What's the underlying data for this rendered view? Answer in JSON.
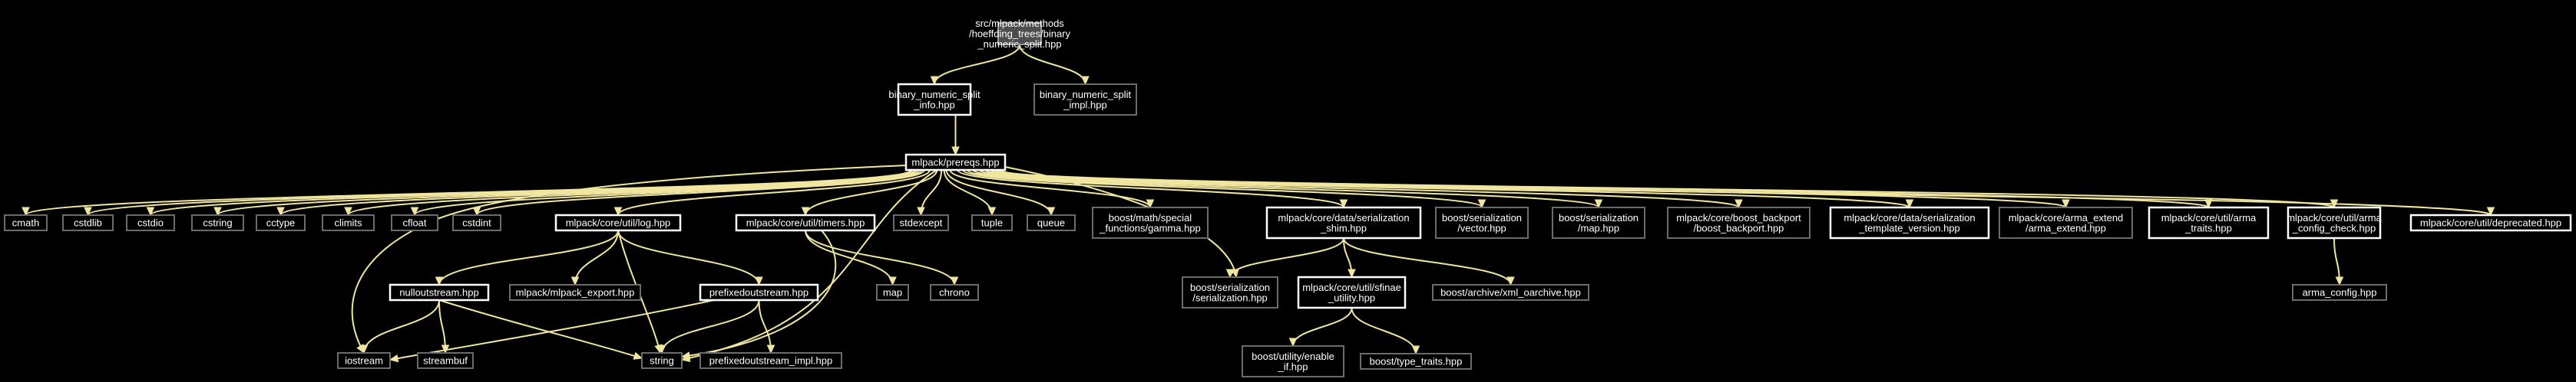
{
  "graph": {
    "nodes": [
      {
        "id": "root",
        "lines": [
          "src/mlpack/methods",
          "/hoeffding_trees/binary",
          "_numeric_split.hpp"
        ],
        "style": "root"
      },
      {
        "id": "info",
        "lines": [
          "binary_numeric_split",
          "_info.hpp"
        ],
        "style": "linked"
      },
      {
        "id": "impl",
        "lines": [
          "binary_numeric_split",
          "_impl.hpp"
        ],
        "style": "plain"
      },
      {
        "id": "prereqs",
        "lines": [
          "mlpack/prereqs.hpp"
        ],
        "style": "linked"
      },
      {
        "id": "cmath",
        "lines": [
          "cmath"
        ],
        "style": "plain"
      },
      {
        "id": "cstdlib",
        "lines": [
          "cstdlib"
        ],
        "style": "plain"
      },
      {
        "id": "cstdio",
        "lines": [
          "cstdio"
        ],
        "style": "plain"
      },
      {
        "id": "cstring",
        "lines": [
          "cstring"
        ],
        "style": "plain"
      },
      {
        "id": "cctype",
        "lines": [
          "cctype"
        ],
        "style": "plain"
      },
      {
        "id": "climits",
        "lines": [
          "climits"
        ],
        "style": "plain"
      },
      {
        "id": "cfloat",
        "lines": [
          "cfloat"
        ],
        "style": "plain"
      },
      {
        "id": "cstdint",
        "lines": [
          "cstdint"
        ],
        "style": "plain"
      },
      {
        "id": "log",
        "lines": [
          "mlpack/core/util/log.hpp"
        ],
        "style": "linked"
      },
      {
        "id": "timers",
        "lines": [
          "mlpack/core/util/timers.hpp"
        ],
        "style": "linked"
      },
      {
        "id": "stdexcept",
        "lines": [
          "stdexcept"
        ],
        "style": "plain"
      },
      {
        "id": "tuple",
        "lines": [
          "tuple"
        ],
        "style": "plain"
      },
      {
        "id": "queue",
        "lines": [
          "queue"
        ],
        "style": "plain"
      },
      {
        "id": "gamma",
        "lines": [
          "boost/math/special",
          "_functions/gamma.hpp"
        ],
        "style": "plain"
      },
      {
        "id": "shim",
        "lines": [
          "mlpack/core/data/serialization",
          "_shim.hpp"
        ],
        "style": "linked"
      },
      {
        "id": "bvector",
        "lines": [
          "boost/serialization",
          "/vector.hpp"
        ],
        "style": "plain"
      },
      {
        "id": "bmap",
        "lines": [
          "boost/serialization",
          "/map.hpp"
        ],
        "style": "plain"
      },
      {
        "id": "backport",
        "lines": [
          "mlpack/core/boost_backport",
          "/boost_backport.hpp"
        ],
        "style": "plain"
      },
      {
        "id": "stv",
        "lines": [
          "mlpack/core/data/serialization",
          "_template_version.hpp"
        ],
        "style": "linked"
      },
      {
        "id": "armaext",
        "lines": [
          "mlpack/core/arma_extend",
          "/arma_extend.hpp"
        ],
        "style": "plain"
      },
      {
        "id": "armatraits",
        "lines": [
          "mlpack/core/util/arma",
          "_traits.hpp"
        ],
        "style": "linked"
      },
      {
        "id": "armacfg",
        "lines": [
          "mlpack/core/util/arma",
          "_config_check.hpp"
        ],
        "style": "linked"
      },
      {
        "id": "deprecated",
        "lines": [
          "mlpack/core/util/deprecated.hpp"
        ],
        "style": "linked"
      },
      {
        "id": "nullout",
        "lines": [
          "nulloutstream.hpp"
        ],
        "style": "linked"
      },
      {
        "id": "export",
        "lines": [
          "mlpack/mlpack_export.hpp"
        ],
        "style": "plain"
      },
      {
        "id": "prefixed",
        "lines": [
          "prefixedoutstream.hpp"
        ],
        "style": "linked"
      },
      {
        "id": "map",
        "lines": [
          "map"
        ],
        "style": "plain"
      },
      {
        "id": "chrono",
        "lines": [
          "chrono"
        ],
        "style": "plain"
      },
      {
        "id": "bserial",
        "lines": [
          "boost/serialization",
          "/serialization.hpp"
        ],
        "style": "plain"
      },
      {
        "id": "sfinae",
        "lines": [
          "mlpack/core/util/sfinae",
          "_utility.hpp"
        ],
        "style": "linked"
      },
      {
        "id": "xmlo",
        "lines": [
          "boost/archive/xml_oarchive.hpp"
        ],
        "style": "plain"
      },
      {
        "id": "armacfgh",
        "lines": [
          "arma_config.hpp"
        ],
        "style": "plain"
      },
      {
        "id": "iostream",
        "lines": [
          "iostream"
        ],
        "style": "plain"
      },
      {
        "id": "streambuf",
        "lines": [
          "streambuf"
        ],
        "style": "plain"
      },
      {
        "id": "string",
        "lines": [
          "string"
        ],
        "style": "plain"
      },
      {
        "id": "prefimpl",
        "lines": [
          "prefixedoutstream_impl.hpp"
        ],
        "style": "plain"
      },
      {
        "id": "enableif",
        "lines": [
          "boost/utility/enable",
          "_if.hpp"
        ],
        "style": "plain"
      },
      {
        "id": "typetraits",
        "lines": [
          "boost/type_traits.hpp"
        ],
        "style": "plain"
      }
    ],
    "edges": [
      [
        "root",
        "info"
      ],
      [
        "root",
        "impl"
      ],
      [
        "info",
        "prereqs"
      ],
      [
        "prereqs",
        "cmath"
      ],
      [
        "prereqs",
        "cstdlib"
      ],
      [
        "prereqs",
        "cstdio"
      ],
      [
        "prereqs",
        "cstring"
      ],
      [
        "prereqs",
        "cctype"
      ],
      [
        "prereqs",
        "climits"
      ],
      [
        "prereqs",
        "cfloat"
      ],
      [
        "prereqs",
        "cstdint"
      ],
      [
        "prereqs",
        "log"
      ],
      [
        "prereqs",
        "timers"
      ],
      [
        "prereqs",
        "stdexcept"
      ],
      [
        "prereqs",
        "tuple"
      ],
      [
        "prereqs",
        "queue"
      ],
      [
        "prereqs",
        "gamma"
      ],
      [
        "prereqs",
        "shim"
      ],
      [
        "prereqs",
        "bvector"
      ],
      [
        "prereqs",
        "bmap"
      ],
      [
        "prereqs",
        "backport"
      ],
      [
        "prereqs",
        "stv"
      ],
      [
        "prereqs",
        "armaext"
      ],
      [
        "prereqs",
        "armatraits"
      ],
      [
        "prereqs",
        "armacfg"
      ],
      [
        "prereqs",
        "deprecated"
      ],
      [
        "prereqs",
        "iostream"
      ],
      [
        "prereqs",
        "string"
      ],
      [
        "prereqs",
        "bserial"
      ],
      [
        "log",
        "nullout"
      ],
      [
        "log",
        "export"
      ],
      [
        "log",
        "prefixed"
      ],
      [
        "log",
        "string"
      ],
      [
        "timers",
        "map"
      ],
      [
        "timers",
        "chrono"
      ],
      [
        "timers",
        "string"
      ],
      [
        "nullout",
        "iostream"
      ],
      [
        "nullout",
        "streambuf"
      ],
      [
        "nullout",
        "string"
      ],
      [
        "prefixed",
        "string"
      ],
      [
        "prefixed",
        "prefimpl"
      ],
      [
        "prefixed",
        "iostream"
      ],
      [
        "shim",
        "bserial"
      ],
      [
        "shim",
        "sfinae"
      ],
      [
        "shim",
        "xmlo"
      ],
      [
        "sfinae",
        "enableif"
      ],
      [
        "sfinae",
        "typetraits"
      ],
      [
        "armacfg",
        "armacfgh"
      ]
    ]
  }
}
